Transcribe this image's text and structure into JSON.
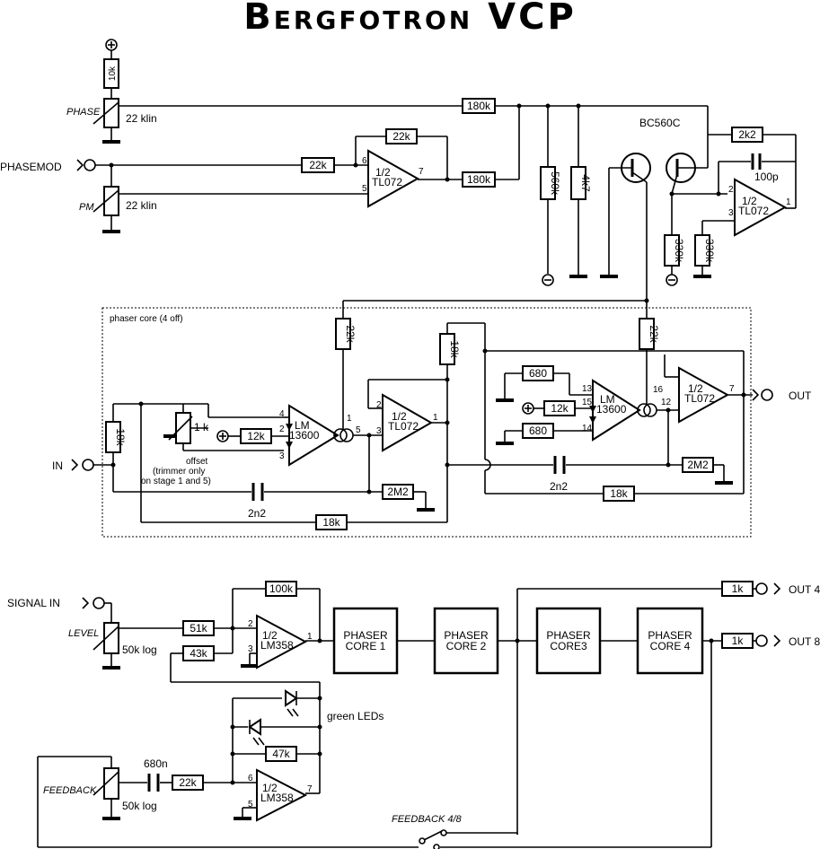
{
  "title": "Bergfotron VCP",
  "inputs": {
    "phase": "PHASE",
    "phasemod": "PHASEMOD",
    "pm": "PM",
    "in": "IN",
    "signal_in": "SIGNAL IN",
    "level": "LEVEL",
    "feedback": "FEEDBACK",
    "feedback_switch": "FEEDBACK 4/8"
  },
  "outputs": {
    "out": "OUT",
    "out4": "OUT 4",
    "out8": "OUT 8"
  },
  "components": {
    "r_10k": "10k",
    "pot_22klin_a": "22 klin",
    "pot_22klin_b": "22 klin",
    "r_180k_a": "180k",
    "r_180k_b": "180k",
    "r_22k_in": "22k",
    "r_22k_fb": "22k",
    "opamp_top": [
      "1/2",
      "TL072"
    ],
    "r_560k": "560k",
    "r_4k7": "4k7",
    "transistor": "BC560C",
    "r_2k2": "2k2",
    "c_100p": "100p",
    "opamp_right": [
      "1/2",
      "TL072"
    ],
    "r_330k_a": "330k",
    "r_330k_b": "330k",
    "phaser_core_label": "phaser core (4 off)",
    "r_18k_in": "18k",
    "trim_1k": "1 k",
    "offset_note": [
      "offset",
      "(trimmer only",
      "on stage 1 and 5)"
    ],
    "r_12k_a": "12k",
    "lm_a": [
      "LM",
      "13600"
    ],
    "r_22k_core_a": "22k",
    "opamp_core_a": [
      "1/2",
      "TL072"
    ],
    "r_18k_core": "18k",
    "c_2n2_a": "2n2",
    "r_2m2_a": "2M2",
    "r_18k_bottom": "18k",
    "r_680_a": "680",
    "r_12k_b": "12k",
    "r_680_b": "680",
    "lm_b": [
      "LM",
      "13600"
    ],
    "r_22k_core_b": "22k",
    "opamp_core_b": [
      "1/2",
      "TL072"
    ],
    "c_2n2_b": "2n2",
    "r_2m2_b": "2M2",
    "r_18k_ret": "18k",
    "r_100k": "100k",
    "r_51k": "51k",
    "r_43k": "43k",
    "pot_50klog_a": "50k log",
    "opamp_lm358_a": [
      "1/2",
      "LM358"
    ],
    "leds": "green LEDs",
    "r_47k": "47k",
    "c_680n": "680n",
    "r_22k_fbk": "22k",
    "pot_50klog_b": "50k log",
    "opamp_lm358_b": [
      "1/2",
      "LM358"
    ],
    "r_1k_a": "1k",
    "r_1k_b": "1k"
  },
  "pins": {
    "p1": "1",
    "p2": "2",
    "p3": "3",
    "p4": "4",
    "p5": "5",
    "p6": "6",
    "p7": "7",
    "p12": "12",
    "p13": "13",
    "p14": "14",
    "p15": "15",
    "p16": "16"
  },
  "blocks": {
    "core1": [
      "PHASER",
      "CORE 1"
    ],
    "core2": [
      "PHASER",
      "CORE 2"
    ],
    "core3": [
      "PHASER",
      "CORE3"
    ],
    "core4": [
      "PHASER",
      "CORE 4"
    ]
  }
}
